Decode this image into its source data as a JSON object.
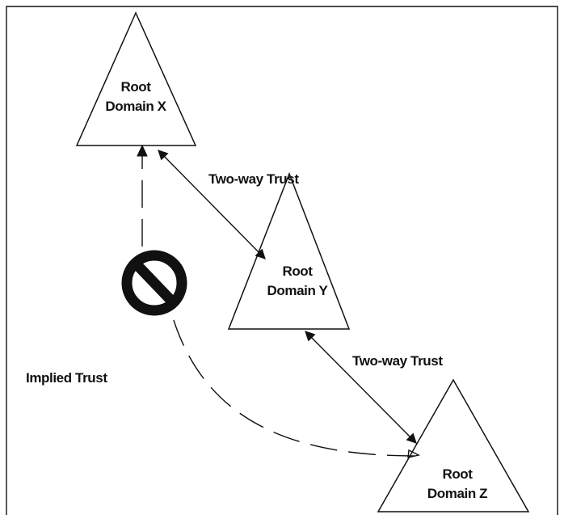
{
  "diagram": {
    "nodes": [
      {
        "id": "x",
        "line1": "Root",
        "line2": "Domain X"
      },
      {
        "id": "y",
        "line1": "Root",
        "line2": "Domain Y"
      },
      {
        "id": "z",
        "line1": "Root",
        "line2": "Domain Z"
      }
    ],
    "edges": [
      {
        "from": "x",
        "to": "y",
        "label": "Two-way Trust",
        "style": "solid",
        "direction": "two-way"
      },
      {
        "from": "y",
        "to": "z",
        "label": "Two-way Trust",
        "style": "solid",
        "direction": "two-way"
      },
      {
        "from": "z",
        "to": "x",
        "label": "Implied Trust",
        "style": "dashed",
        "blocked": true
      }
    ],
    "icons": [
      {
        "name": "prohibited-icon"
      }
    ],
    "colors": {
      "ink": "#111111",
      "background": "#ffffff"
    }
  }
}
